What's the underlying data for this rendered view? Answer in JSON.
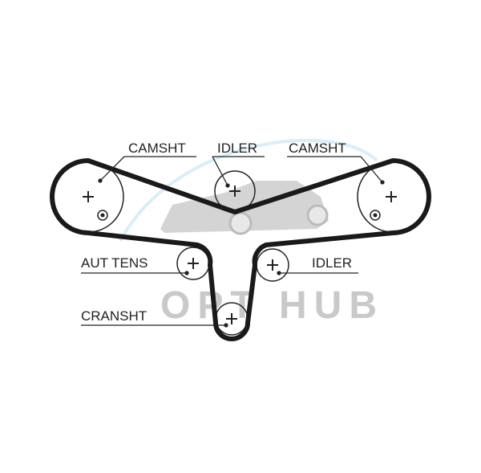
{
  "diagram": {
    "title": "Timing belt routing",
    "labels": {
      "camshaft_left": "CAMSHT",
      "idler_top": "IDLER",
      "camshaft_right": "CAMSHT",
      "auto_tensioner": "AUT TENS",
      "idler_right": "IDLER",
      "crankshaft": "CRANSHT"
    },
    "watermark": "OPT HUB",
    "colors": {
      "belt": "#1a1a1a",
      "watermark": "#c9c9c9",
      "accent_arc": "#cfe9f7"
    }
  }
}
